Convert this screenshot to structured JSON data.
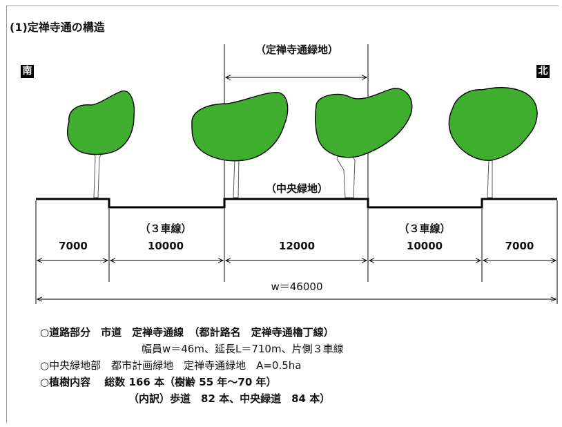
{
  "title": "(1)定禅寺通の構造",
  "direction": {
    "south": "南",
    "north": "北"
  },
  "labels": {
    "greenway": "（定禅寺通緑地）",
    "central_green": "（中央緑地）",
    "lanes_left": "（３車線）",
    "lanes_right": "（３車線）"
  },
  "dimensions": {
    "d1": "7000",
    "d2": "10000",
    "d3": "12000",
    "d4": "10000",
    "d5": "7000",
    "total": "w＝46000"
  },
  "notes": {
    "road_section": "○道路部分　市道　定禅寺通線　（都計路名　定禅寺通櫓丁線）",
    "road_size": "幅員w＝46m、延長L＝710m、片側３車線",
    "green_section": "○中央緑地部　都市計画緑地　定禅寺通緑地　A=0.5ha",
    "trees": "○植樹内容　 総数 166 本（樹齢 55 年〜70 年）",
    "breakdown": "（内訳）歩道　82 本、中央緑道　84 本）"
  },
  "colors": {
    "foliage": "#3fad2e",
    "outline": "#000000"
  }
}
